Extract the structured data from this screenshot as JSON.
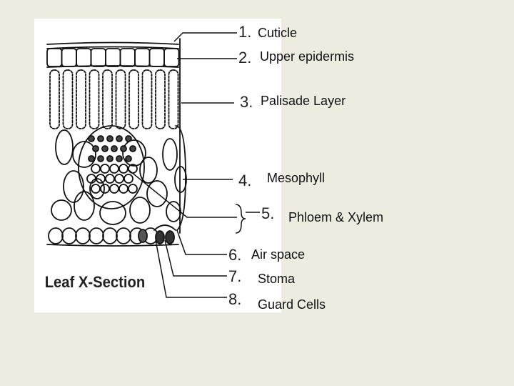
{
  "diagram": {
    "title": "Leaf X-Section",
    "numbers": [
      "1.",
      "2.",
      "3.",
      "4.",
      "5.",
      "6.",
      "7.",
      "8."
    ],
    "labels": [
      "Cuticle",
      "Upper epidermis",
      "Palisade Layer",
      "Mesophyll",
      "Phloem & Xylem",
      "Air space",
      "Stoma",
      "Guard Cells"
    ]
  }
}
